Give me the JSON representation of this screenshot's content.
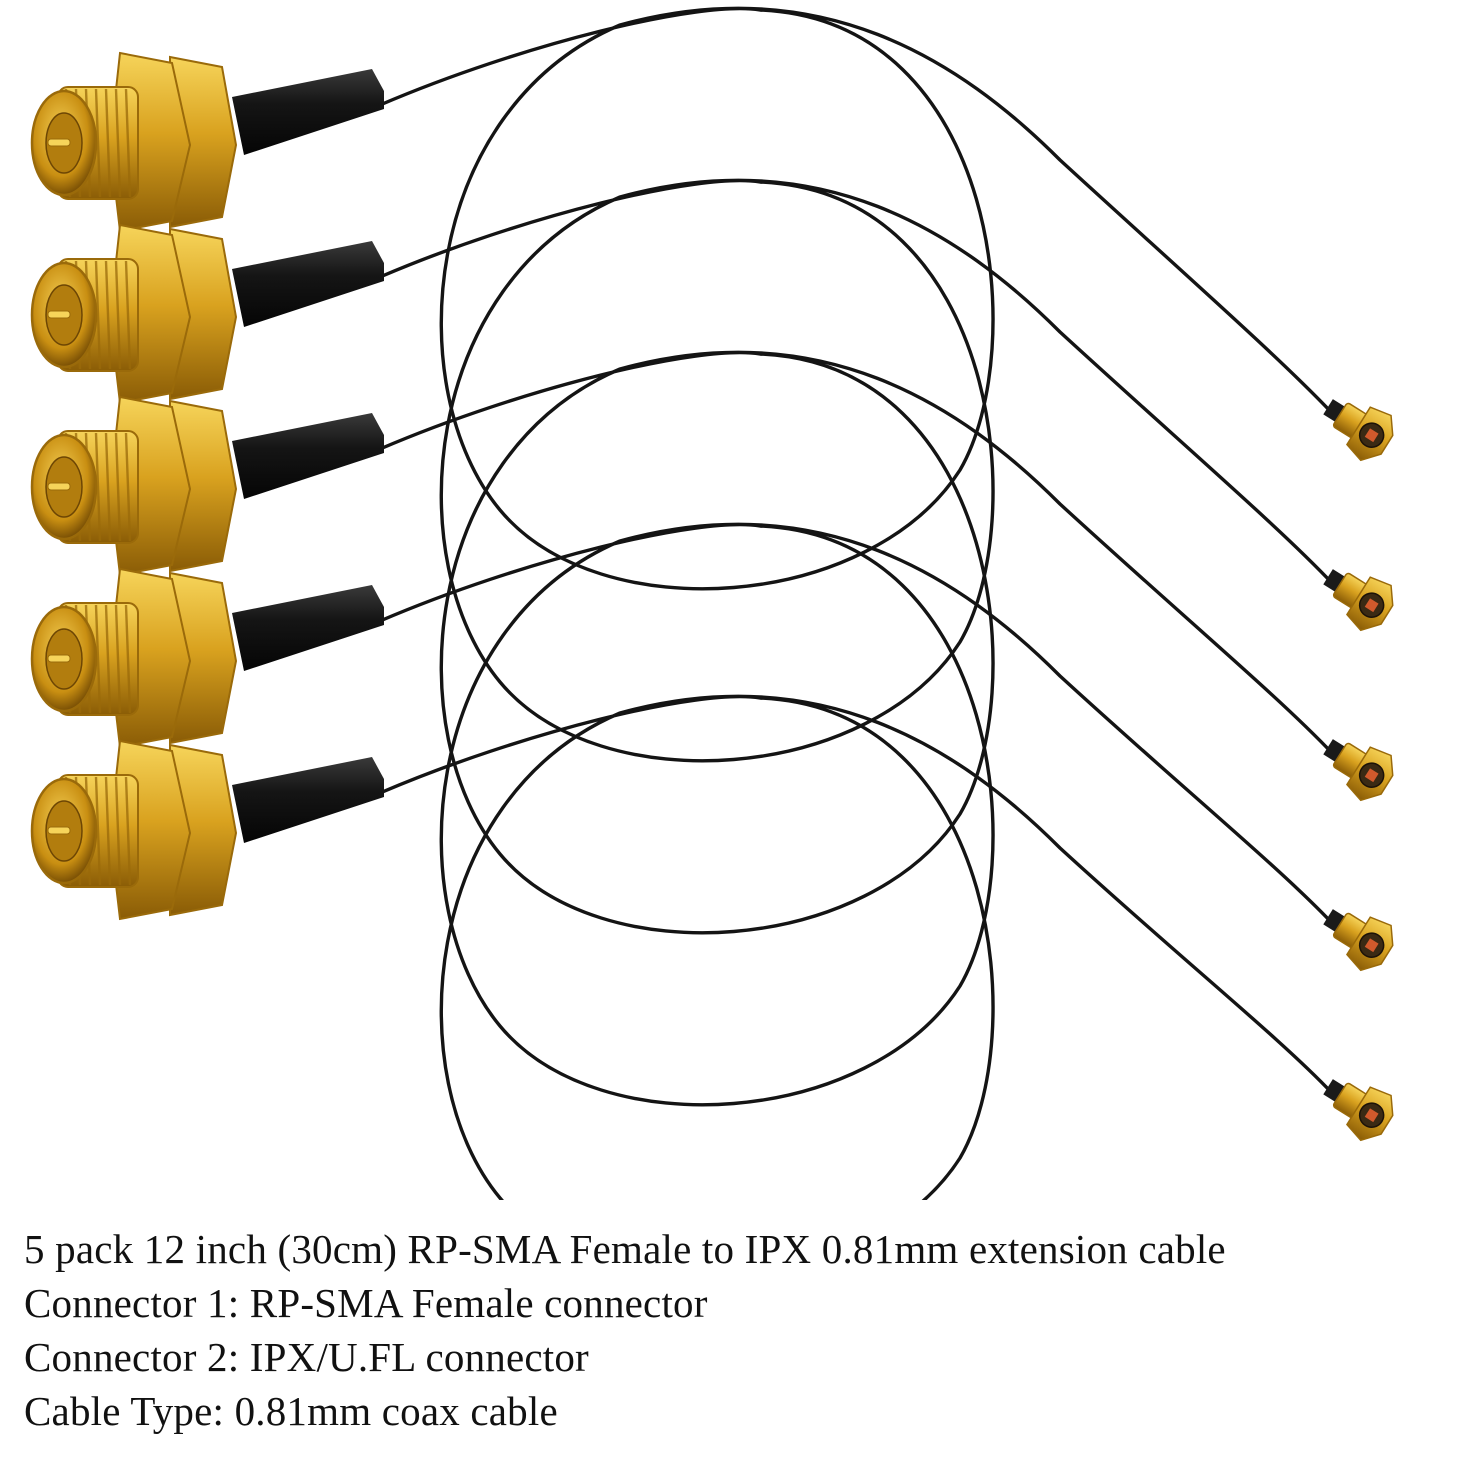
{
  "image": {
    "subject": "sma-to-ipx-cable-assemblies",
    "quantity_pictured": 5,
    "colors": {
      "gold": "#d9a21f",
      "gold_dark": "#9a6a0a",
      "gold_light": "#f6d45a",
      "cable": "#141414",
      "background": "#ffffff"
    }
  },
  "caption": {
    "lines": [
      "5 pack 12 inch (30cm) RP-SMA Female to IPX 0.81mm extension cable",
      "Connector 1: RP-SMA Female connector",
      "Connector 2: IPX/U.FL connector",
      "Cable Type: 0.81mm coax cable"
    ]
  }
}
